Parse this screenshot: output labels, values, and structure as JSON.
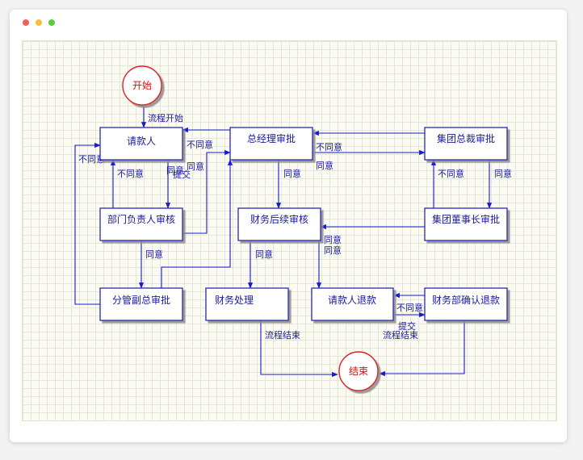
{
  "window": {
    "controls": [
      {
        "name": "close",
        "color": "#f25f58"
      },
      {
        "name": "minimize",
        "color": "#fbbe3c"
      },
      {
        "name": "maximize",
        "color": "#58cb42"
      }
    ]
  },
  "colors": {
    "node_border": "#1a1ab0",
    "edge": "#1a1ad0",
    "terminal_border": "#e02020",
    "terminal_text": "#d01010",
    "text": "#1a1a9a",
    "grid": "#e3e8d6"
  },
  "nodes": {
    "start": "开始",
    "end": "结束",
    "requester": "请款人",
    "dept_head": "部门负责人审核",
    "vp": "分管副总审批",
    "gm": "总经理审批",
    "finance_review": "财务后续审核",
    "finance_process": "财务处理",
    "group_president": "集团总裁审批",
    "group_chairman": "集团董事长审批",
    "requester_refund": "请款人退款",
    "finance_confirm_refund": "财务部确认退款"
  },
  "edge_labels": {
    "start_flow": "流程开始",
    "vp_reject": "不同意",
    "dept_reject": "不同意",
    "submit": "提交",
    "agree_req_dept": "同意",
    "gm_reject": "不同意",
    "dept_agree_gm": "同意",
    "dept_agree_vp": "同意",
    "president_reject": "不同意",
    "gm_agree_president": "同意",
    "gm_agree_review": "同意",
    "chairman_reject": "不同意",
    "president_agree_chairman": "同意",
    "chairman_agree_review": "同意",
    "review_agree_refund": "同意",
    "review_agree_process": "同意",
    "process_end": "流程结束",
    "confirm_reject": "不同意",
    "refund_submit": "提交",
    "confirm_end": "流程结束"
  }
}
